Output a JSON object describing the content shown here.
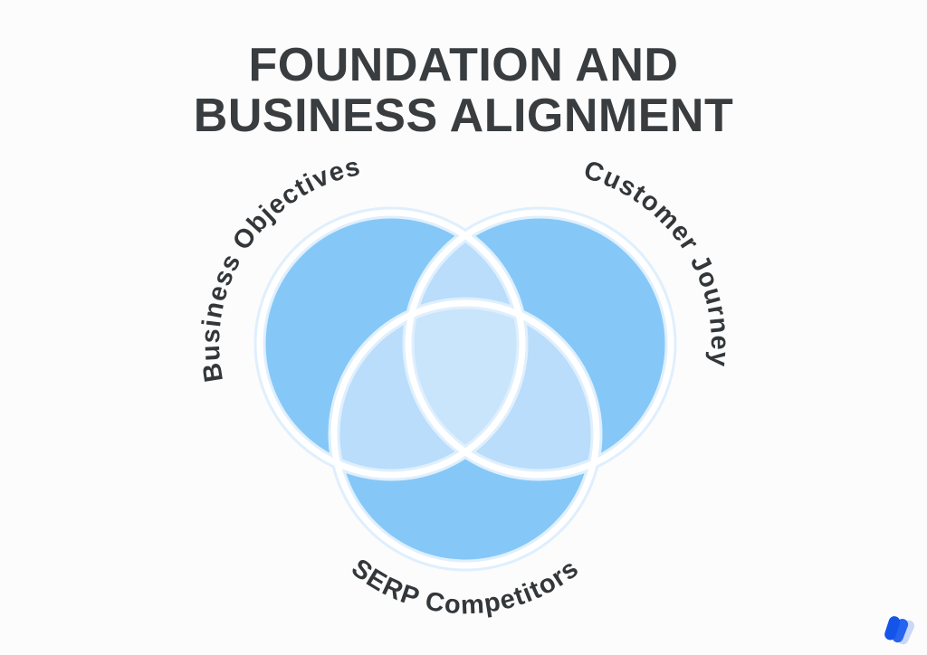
{
  "page": {
    "background": "#FCFCFC"
  },
  "title": {
    "line1": "FOUNDATION AND",
    "line2": "BUSINESS ALIGNMENT",
    "color": "#393D40"
  },
  "diagram": {
    "type": "venn",
    "sets": [
      {
        "label": "Business Objectives",
        "position": "top-left"
      },
      {
        "label": "Customer Journey",
        "position": "top-right"
      },
      {
        "label": "SERP Competitors",
        "position": "bottom"
      }
    ],
    "overlaps": [
      {
        "between": [
          "Business Objectives",
          "Customer Journey"
        ]
      },
      {
        "between": [
          "Business Objectives",
          "SERP Competitors"
        ]
      },
      {
        "between": [
          "Customer Journey",
          "SERP Competitors"
        ]
      },
      {
        "between": [
          "Business Objectives",
          "Customer Journey",
          "SERP Competitors"
        ]
      }
    ],
    "colors": {
      "circle_fill": "#85C8F7",
      "overlap_fill": "#B9DDFB",
      "center_fill": "#C9E5FC",
      "outline": "#FFFFFF",
      "halo": "#DFEFFD",
      "label_color": "#33373A"
    }
  },
  "branding": {
    "logo_name": "w-mark-logo",
    "colors": {
      "bar_left": "#1554E8",
      "bar_mid": "#2464EE",
      "bar_right": "#C9D8F7"
    }
  }
}
